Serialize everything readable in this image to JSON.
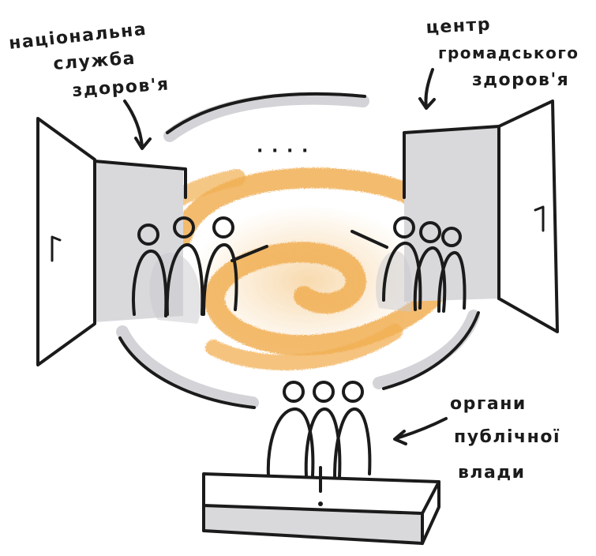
{
  "labels": {
    "nhs_line1": "національна",
    "nhs_line2": "служба",
    "nhs_line3": "здоров'я",
    "phc_line1": "центр",
    "phc_line2": "громадського",
    "phc_line3": "здоров'я",
    "gov_line1": "органи",
    "gov_line2": "публічної",
    "gov_line3": "влади",
    "dots": "· · · ·"
  },
  "colors": {
    "accent": "#f0a844",
    "ink": "#1b1b1b",
    "shade": "#d9d9dc"
  }
}
